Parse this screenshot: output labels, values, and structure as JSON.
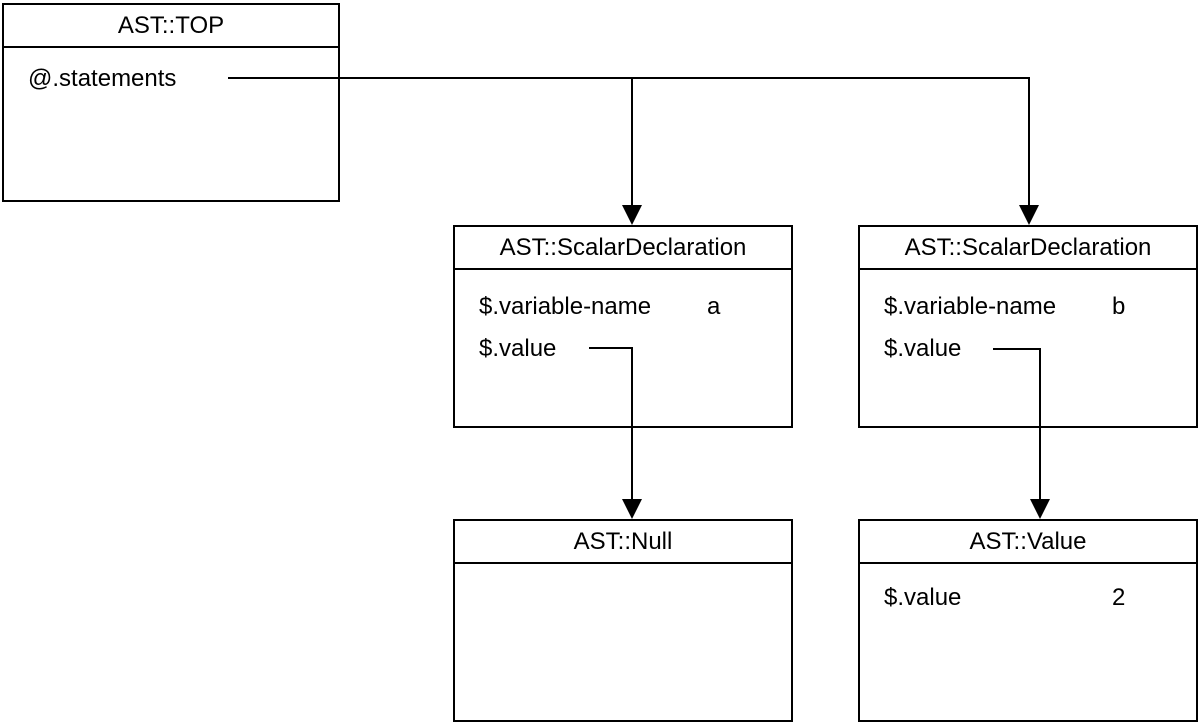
{
  "colors": {
    "line": "#000000",
    "background": "#ffffff",
    "text": "#000000"
  },
  "boxes": {
    "ast_top": {
      "title": "AST::TOP",
      "fields": [
        {
          "name": "@.statements",
          "value": ""
        }
      ]
    },
    "scalar_decl_a": {
      "title": "AST::ScalarDeclaration",
      "fields": [
        {
          "name": "$.variable-name",
          "value": "a"
        },
        {
          "name": "$.value",
          "value": ""
        }
      ]
    },
    "scalar_decl_b": {
      "title": "AST::ScalarDeclaration",
      "fields": [
        {
          "name": "$.variable-name",
          "value": "b"
        },
        {
          "name": "$.value",
          "value": ""
        }
      ]
    },
    "ast_null": {
      "title": "AST::Null",
      "fields": []
    },
    "ast_value": {
      "title": "AST::Value",
      "fields": [
        {
          "name": "$.value",
          "value": "2"
        }
      ]
    }
  }
}
